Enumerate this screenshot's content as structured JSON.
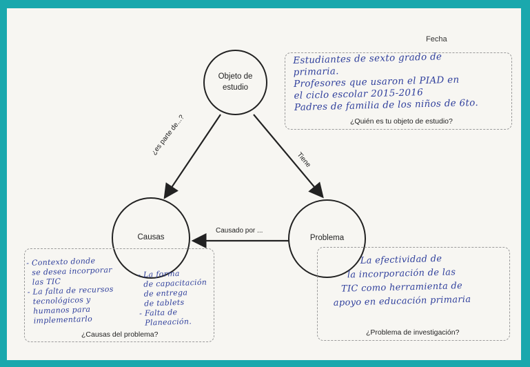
{
  "header": {
    "fecha": "Fecha"
  },
  "nodes": {
    "object": "Objeto de\nestudio",
    "causes": "Causas",
    "problem": "Problema"
  },
  "edges": {
    "part_of": "¿es parte de...?",
    "has": "Tiene",
    "caused_by": "Causado por ..."
  },
  "object_box": {
    "answer": "Estudiantes de sexto grado de\nprimaria.\nProfesores que usaron el PIAD en\nel ciclo escolar 2015-2016\nPadres de familia de los niños de 6to.",
    "question": "¿Quién es tu objeto de estudio?"
  },
  "causes_box": {
    "answer_left": "- Contexto donde\n  se desea incorporar\n  las TIC\n- La falta de recursos\n  tecnológicos y\n  humanos para\n  implementarlo",
    "answer_right": "- La forma\n  de capacitación\n  de entrega\n  de tablets\n- Falta de\n  Planeación.",
    "question": "¿Causas del problema?"
  },
  "problem_box": {
    "answer": "La efectividad de\nla incorporación de las\nTIC como herramienta de\napoyo en educación primaria",
    "question": "¿Problema de investigación?"
  },
  "colors": {
    "frame": "#1aa8ad",
    "handwriting": "#2f3f9c",
    "paper": "#f7f6f2"
  }
}
